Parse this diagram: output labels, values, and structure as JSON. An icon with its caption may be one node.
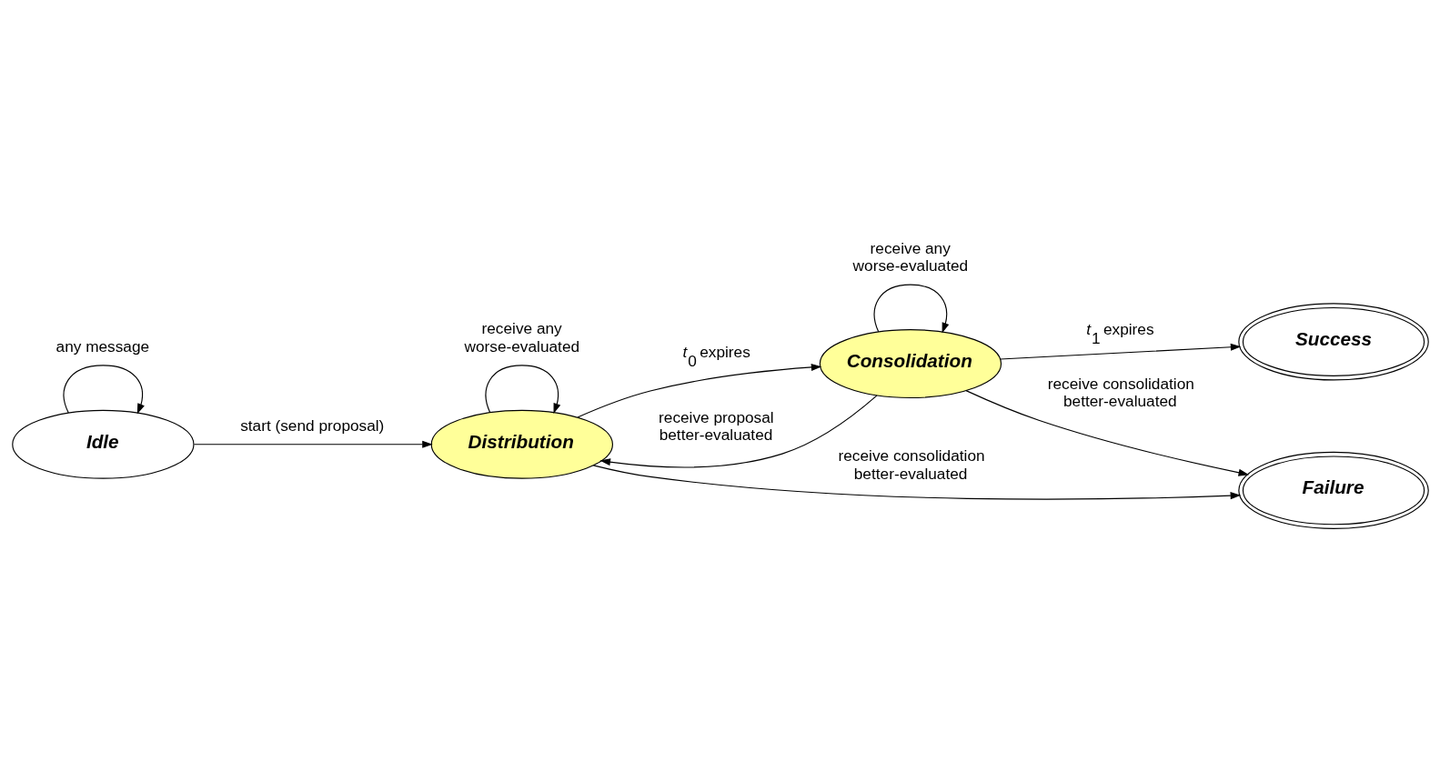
{
  "diagram": {
    "nodes": [
      {
        "text": [
          "Idle"
        ]
      },
      {
        "text": [
          "Distribution"
        ]
      },
      {
        "text": [
          "Consolidation"
        ]
      },
      {
        "text": [
          "Failure"
        ]
      },
      {
        "text": [
          "Success"
        ]
      }
    ],
    "edges": [
      {
        "from": 0,
        "to": 0,
        "arrow": "to",
        "label": "any message"
      },
      {
        "from": 0,
        "to": 1,
        "arrow": "to",
        "label": "start (send proposal)"
      },
      {
        "from": 1,
        "to": 1,
        "arrow": "to",
        "label": "receive any worse-evaluated"
      },
      {
        "from": 1,
        "to": 2,
        "arrow": "to",
        "label": "*t*$_{0}$ expires"
      },
      {
        "from": 2,
        "to": 1,
        "arrow": "to",
        "label": "receive proposal better-evaluated"
      },
      {
        "from": 1,
        "to": 3,
        "arrow": "to",
        "label": "receive consolidation better-evaluated"
      },
      {
        "from": 2,
        "to": 2,
        "arrow": "to",
        "label": "receive any worse-evaluated"
      },
      {
        "from": 2,
        "to": 3,
        "arrow": "to",
        "label": "receive consolidation better-evaluated"
      },
      {
        "from": 2,
        "to": 4,
        "arrow": "to",
        "label": "*t*$_{1}$ expires"
      }
    ]
  }
}
